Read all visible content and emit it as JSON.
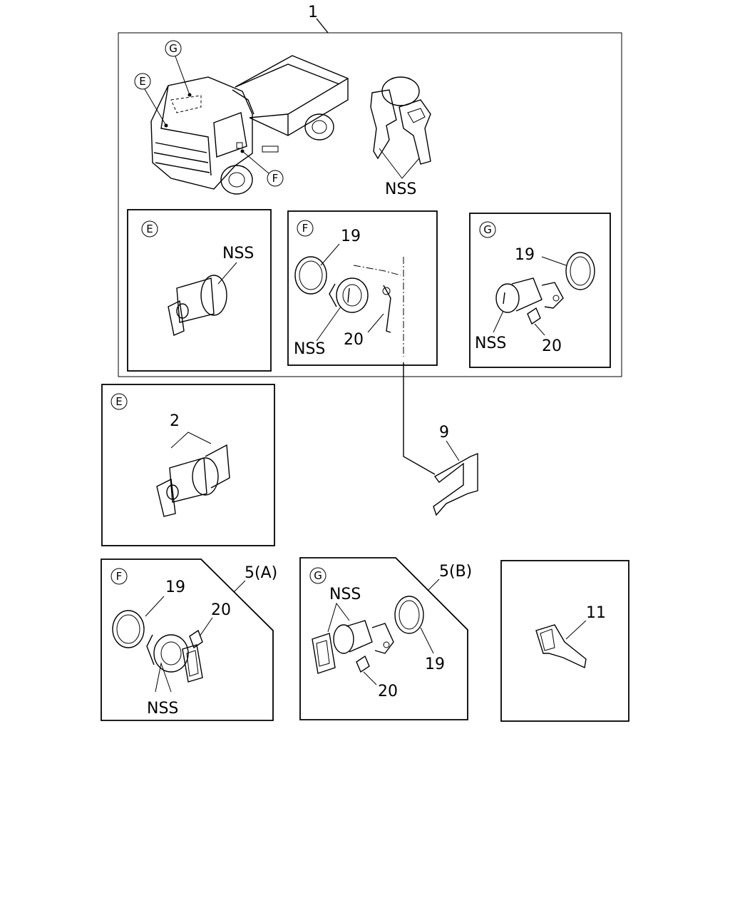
{
  "labels": {
    "assembly": "1",
    "nss": "NSS",
    "p2": "2",
    "p5a": "5(A)",
    "p5b": "5(B)",
    "p9": "9",
    "p11": "11",
    "p19": "19",
    "p20": "20"
  },
  "markers": {
    "e": "E",
    "f": "F",
    "g": "G"
  }
}
